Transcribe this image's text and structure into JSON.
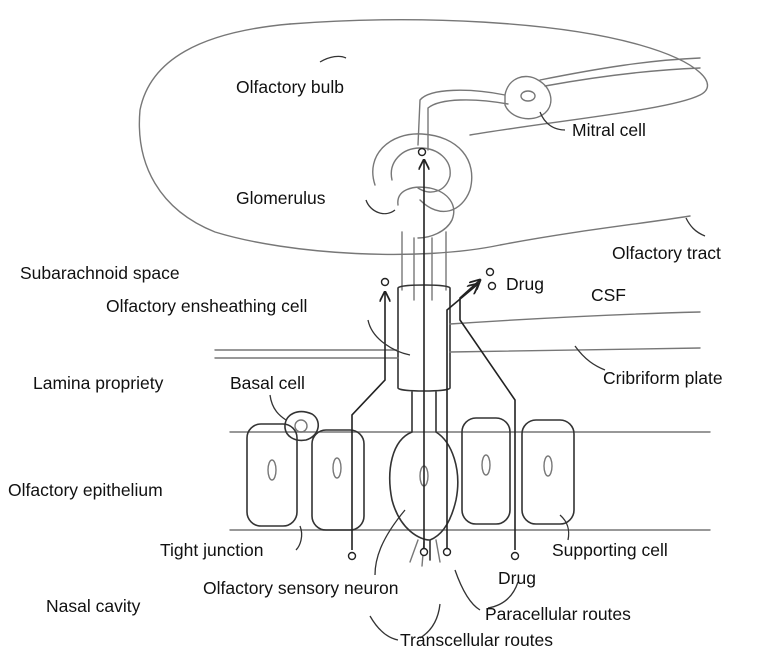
{
  "labels": {
    "olfactory_bulb": "Olfactory bulb",
    "mitral_cell": "Mitral cell",
    "glomerulus": "Glomerulus",
    "olfactory_tract": "Olfactory tract",
    "subarachnoid_space": "Subarachnoid space",
    "drug_top": "Drug",
    "csf": "CSF",
    "olfactory_ensheathing_cell": "Olfactory ensheathing cell",
    "cribriform_plate": "Cribriform plate",
    "lamina_propriety": "Lamina propriety",
    "basal_cell": "Basal cell",
    "olfactory_epithelium": "Olfactory epithelium",
    "tight_junction": "Tight junction",
    "supporting_cell": "Supporting cell",
    "olfactory_sensory_neuron": "Olfactory sensory neuron",
    "drug_bottom": "Drug",
    "nasal_cavity": "Nasal cavity",
    "paracellular_routes": "Paracellular routes",
    "transcellular_routes": "Transcellular routes"
  }
}
